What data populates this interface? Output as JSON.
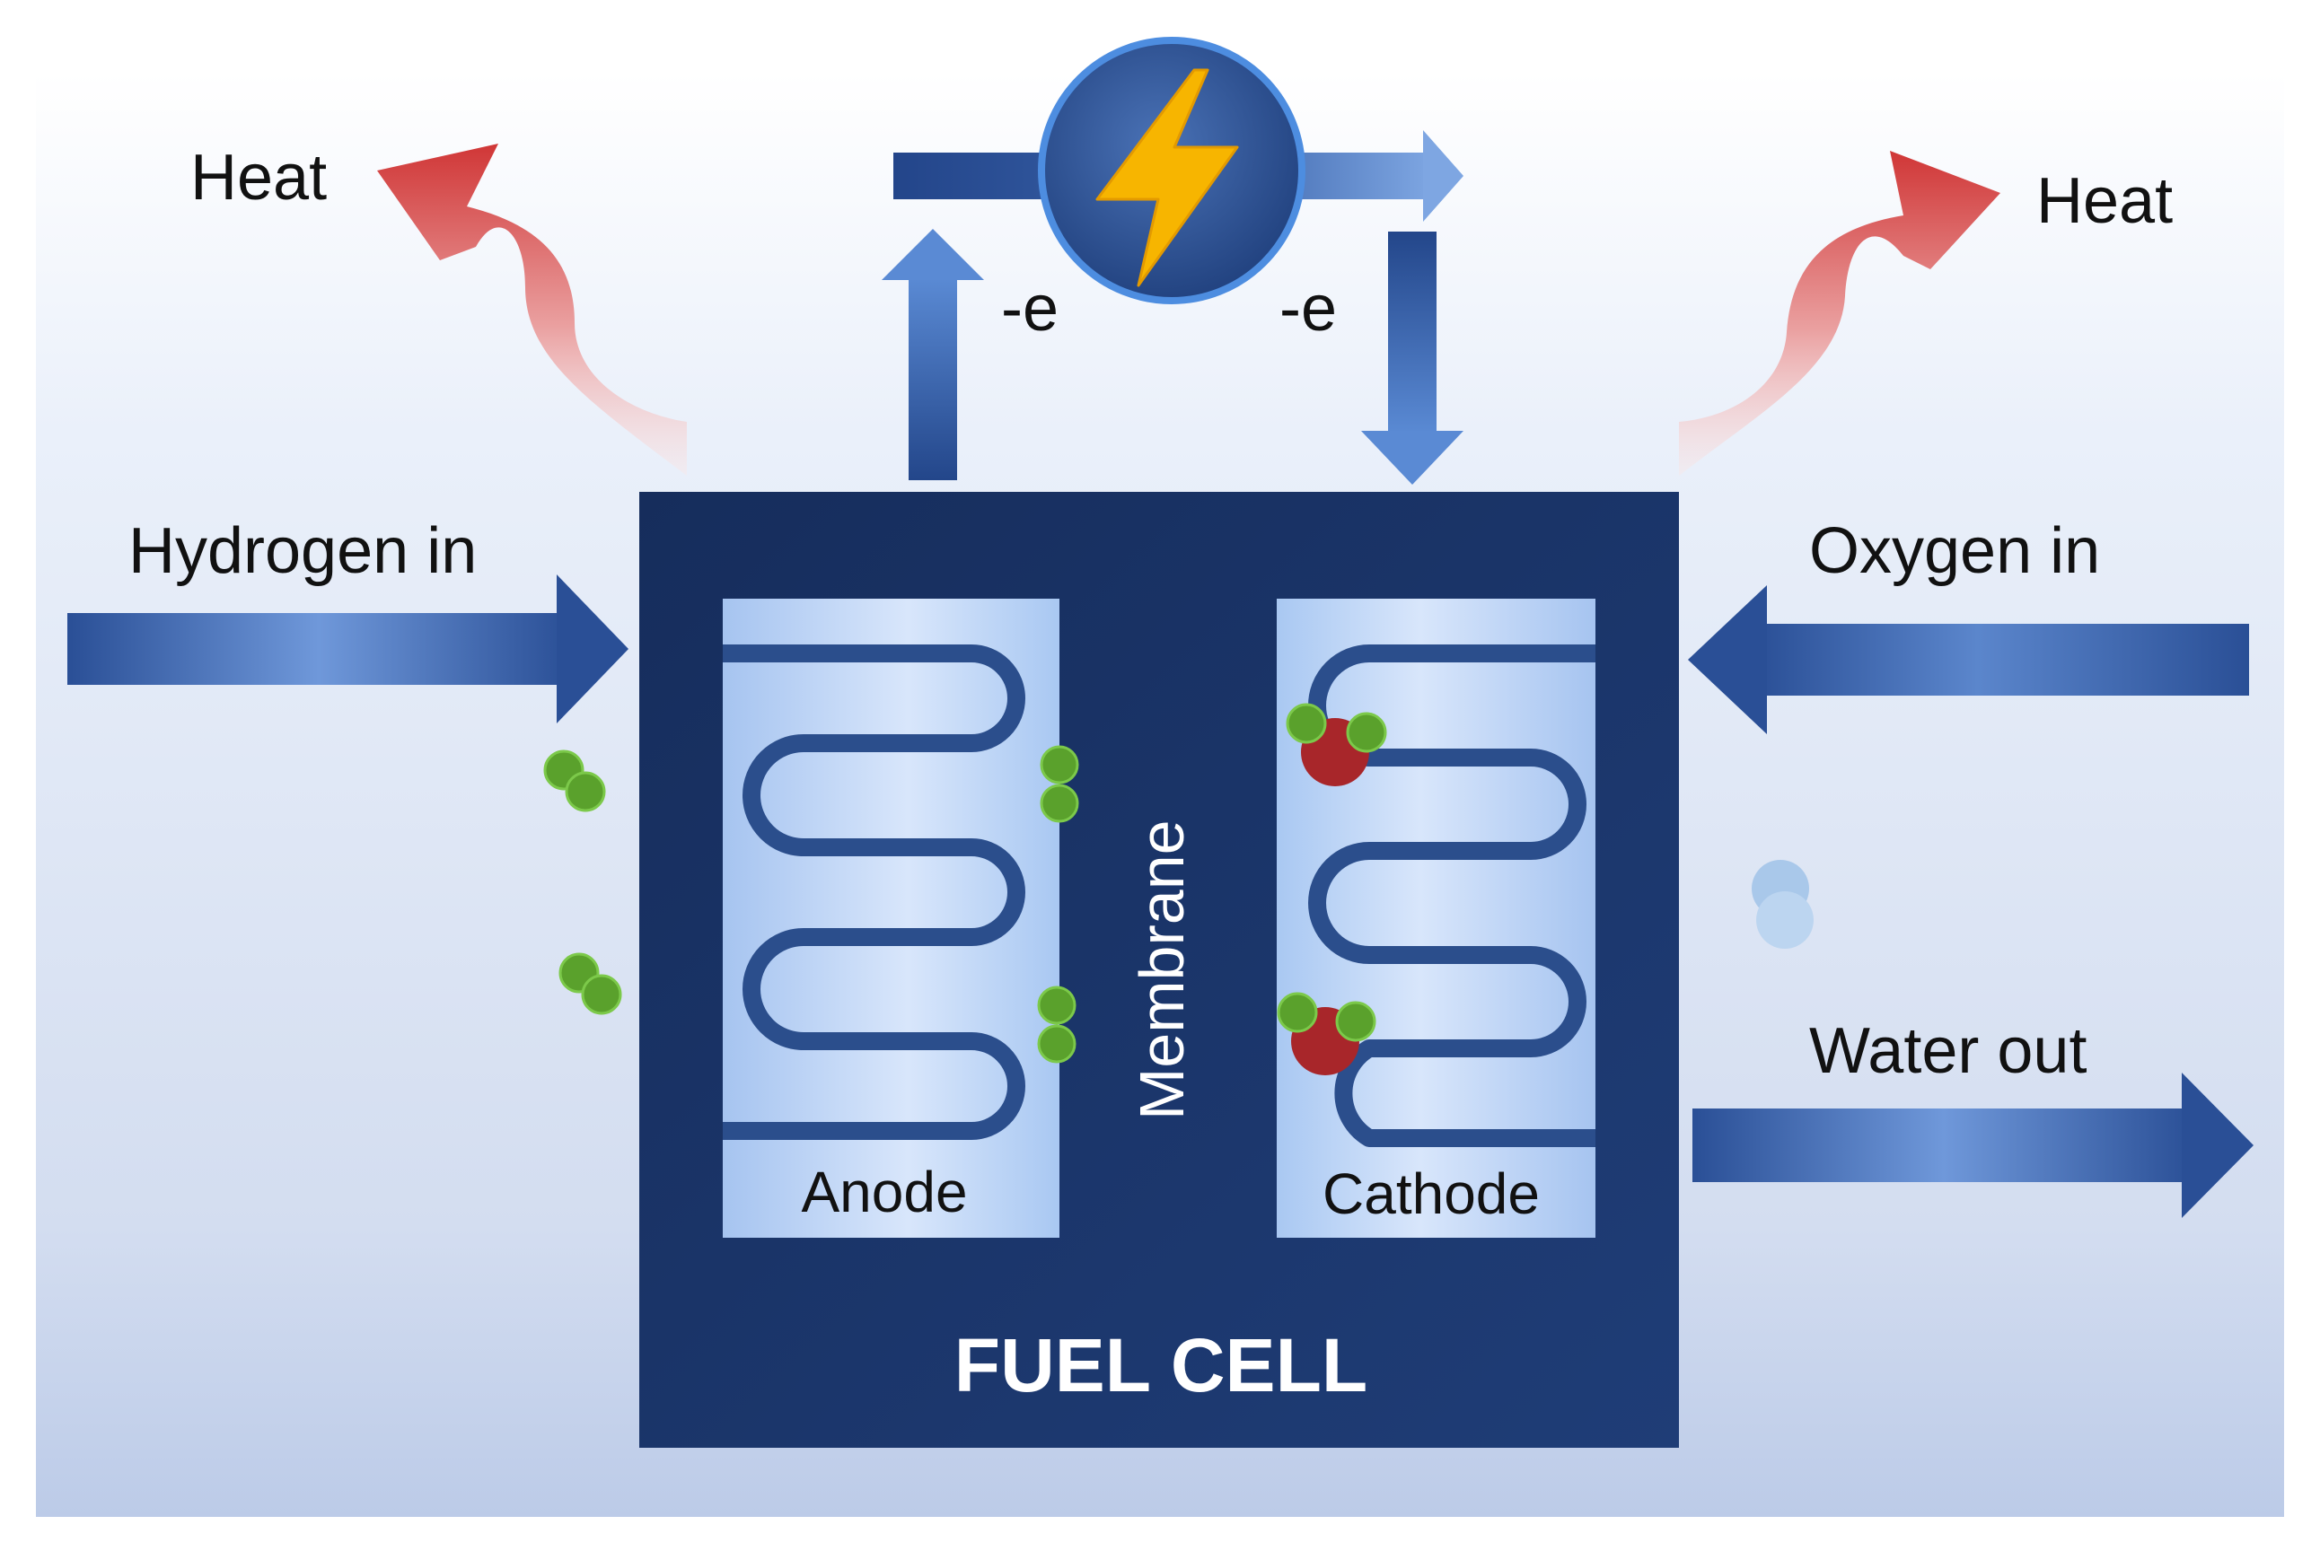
{
  "labels": {
    "heat_left": "Heat",
    "heat_right": "Heat",
    "hydrogen_in": "Hydrogen in",
    "oxygen_in": "Oxygen in",
    "water_out": "Water out",
    "electron_left": "-e",
    "electron_right": "-e",
    "membrane": "Membrane",
    "anode": "Anode",
    "cathode": "Cathode",
    "fuel_cell": "FUEL CELL"
  },
  "colors": {
    "background_top": "#ffffff",
    "background_bottom": "#c2d0ea",
    "cell_body": "#1a3468",
    "electrode_panel": "#b3cef5",
    "channel": "#2b4e8c",
    "flow_arrow": "#2e56a3",
    "heat_arrow": "#d13a3a",
    "bolt": "#f7b500",
    "hydrogen_atom": "#5aa12c",
    "oxygen_atom": "#a8262a",
    "water_droplet": "#a9c8ea"
  },
  "icons": {
    "power_source": "lightning-bolt-icon"
  }
}
